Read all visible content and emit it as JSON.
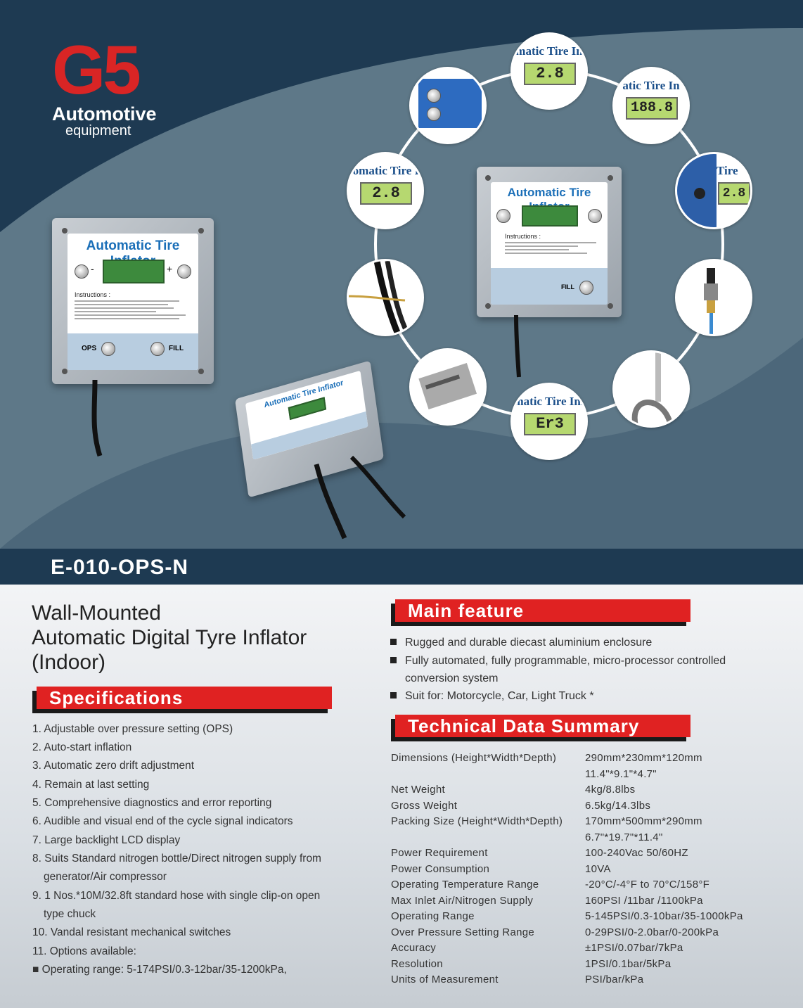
{
  "brand": {
    "logo": "G5",
    "line1": "Automotive",
    "line2": "equipment"
  },
  "device": {
    "title": "Automatic Tire Inflator",
    "instructions_label": "Instructions :",
    "ops_label": "OPS",
    "fill_label": "FILL",
    "minus": "-",
    "plus": "+"
  },
  "circles": [
    {
      "title": "matic Tire In",
      "lcd": "2.8"
    },
    {
      "title": "atic Tire In",
      "lcd": "188.8"
    },
    {
      "title": "Tire",
      "lcd": "2.8"
    },
    {
      "title": "matic Tire Inf",
      "lcd": "Er3"
    },
    {
      "title": "tomatic Tire Infla",
      "lcd": "2.8"
    }
  ],
  "model": "E-010-OPS-N",
  "product_title": [
    "Wall-Mounted",
    "Automatic Digital Tyre Inflator",
    "(Indoor)"
  ],
  "specifications": {
    "heading": "Specifications",
    "items": [
      "1. Adjustable over pressure setting (OPS)",
      "2. Auto-start inflation",
      "3. Automatic zero drift adjustment",
      "4. Remain at last setting",
      "5. Comprehensive diagnostics and error reporting",
      "6. Audible and visual end of the cycle signal indicators",
      "7. Large backlight LCD display",
      "8. Suits Standard nitrogen bottle/Direct nitrogen supply from",
      "generator/Air compressor",
      "9. 1 Nos.*10M/32.8ft standard hose with single clip-on open",
      "type chuck",
      "10. Vandal resistant mechanical switches",
      "11. Options available:",
      "■ Operating range: 5-174PSI/0.3-12bar/35-1200kPa,"
    ]
  },
  "main_feature": {
    "heading": "Main feature",
    "items": [
      "Rugged and durable diecast aluminium enclosure",
      "Fully automated, fully programmable, micro-processor controlled",
      "conversion system",
      "Suit for: Motorcycle, Car, Light Truck *"
    ]
  },
  "technical": {
    "heading": "Technical Data Summary",
    "rows": [
      {
        "label": "Dimensions (Height*Width*Depth)",
        "value": "290mm*230mm*120mm"
      },
      {
        "label": "",
        "value": "11.4\"*9.1\"*4.7\""
      },
      {
        "label": "Net Weight",
        "value": "4kg/8.8lbs"
      },
      {
        "label": "Gross Weight",
        "value": "6.5kg/14.3lbs"
      },
      {
        "label": "Packing Size (Height*Width*Depth)",
        "value": "170mm*500mm*290mm"
      },
      {
        "label": "",
        "value": "6.7\"*19.7\"*11.4\""
      },
      {
        "label": "Power Requirement",
        "value": "100-240Vac  50/60HZ"
      },
      {
        "label": "Power Consumption",
        "value": "10VA"
      },
      {
        "label": "Operating Temperature Range",
        "value": "-20°C/-4°F to 70°C/158°F"
      },
      {
        "label": "Max Inlet Air/Nitrogen Supply",
        "value": "160PSI /11bar /1100kPa"
      },
      {
        "label": "Operating Range",
        "value": "5-145PSI/0.3-10bar/35-1000kPa"
      },
      {
        "label": "Over Pressure Setting Range",
        "value": "0-29PSI/0-2.0bar/0-200kPa"
      },
      {
        "label": "Accuracy",
        "value": "±1PSI/0.07bar/7kPa"
      },
      {
        "label": "Resolution",
        "value": "1PSI/0.1bar/5kPa"
      },
      {
        "label": "Units of Measurement",
        "value": "PSI/bar/kPa"
      }
    ]
  }
}
